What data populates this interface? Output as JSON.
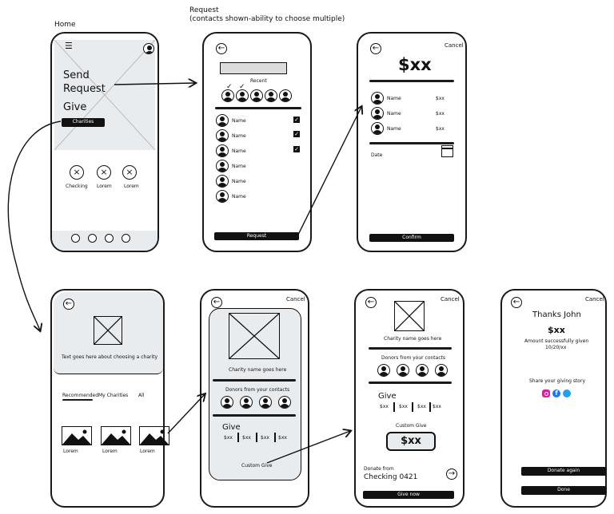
{
  "screen_titles": {
    "home": "Home",
    "request_line1": "Request",
    "request_line2": "(contacts shown-ability to choose multiple)"
  },
  "home": {
    "menu_items": [
      "Send",
      "Request",
      "Give"
    ],
    "charities_button": "Charities",
    "accounts": [
      "Checking",
      "Lorem",
      "Lorem"
    ]
  },
  "request": {
    "recent_label": "Recent",
    "contact_name": "Name",
    "request_button": "Request"
  },
  "confirm": {
    "cancel": "Cancel",
    "amount": "$xx",
    "rows": [
      {
        "name": "Name",
        "amount": "$xx"
      },
      {
        "name": "Name",
        "amount": "$xx"
      },
      {
        "name": "Name",
        "amount": "$xx"
      }
    ],
    "date_label": "Date",
    "confirm_button": "Confirm"
  },
  "charities": {
    "description": "Text goes here about choosing a charity",
    "tabs": [
      "Recommended",
      "My Charities",
      "All"
    ],
    "items": [
      "Lorem",
      "Lorem",
      "Lorem"
    ]
  },
  "charity_detail": {
    "cancel": "Cancel",
    "charity_name": "Charity name goes here",
    "donors_label": "Donors from your contacts",
    "give_label": "Give",
    "amounts": [
      "$xx",
      "$xx",
      "$xx",
      "$xx"
    ],
    "custom_give": "Custom Give"
  },
  "give_custom": {
    "cancel": "Cancel",
    "charity_name": "Charity name goes here",
    "donors_label": "Donors from your contacts",
    "give_label": "Give",
    "amounts": [
      "$xx",
      "$xx",
      "$xx",
      "$xx"
    ],
    "custom_give": "Custom Give",
    "custom_amount": "$xx",
    "donate_from_label": "Donate from",
    "account": "Checking 0421",
    "give_now_button": "Give now"
  },
  "thanks": {
    "cancel": "Cancel",
    "title": "Thanks John",
    "amount": "$xx",
    "message": "Amount successfully given",
    "date": "10/20/xx",
    "share_label": "Share your giving story",
    "social_icons": [
      "instagram-icon",
      "facebook-icon",
      "twitter-icon"
    ],
    "donate_again_button": "Donate again",
    "done_button": "Done"
  }
}
